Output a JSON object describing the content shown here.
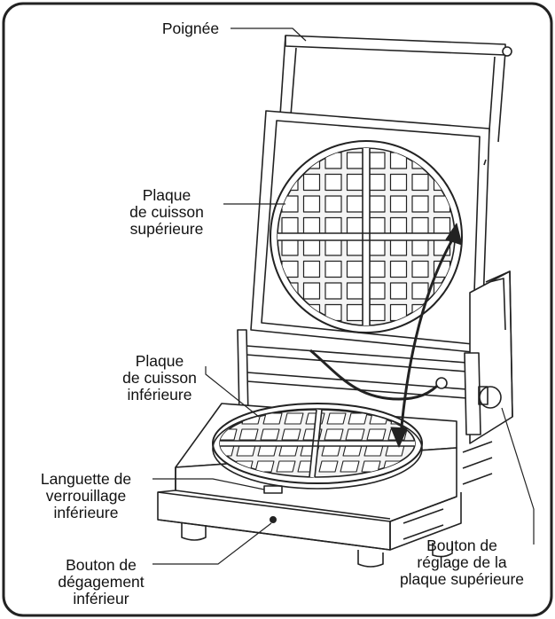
{
  "labels": {
    "handle": [
      "Poignée"
    ],
    "upper_plate": [
      "Plaque",
      "de cuisson",
      "supérieure"
    ],
    "lower_plate": [
      "Plaque",
      "de cuisson",
      "inférieure"
    ],
    "lower_latch": [
      "Languette de",
      "verrouillage",
      "inférieure"
    ],
    "lower_release": [
      "Bouton de",
      "dégagement",
      "inférieur"
    ],
    "upper_adjust": [
      "Bouton de",
      "réglage de la",
      "plaque supérieure"
    ]
  },
  "colors": {
    "line": "#222222",
    "plate_fill": "#f4f4f4",
    "background": "#ffffff"
  }
}
